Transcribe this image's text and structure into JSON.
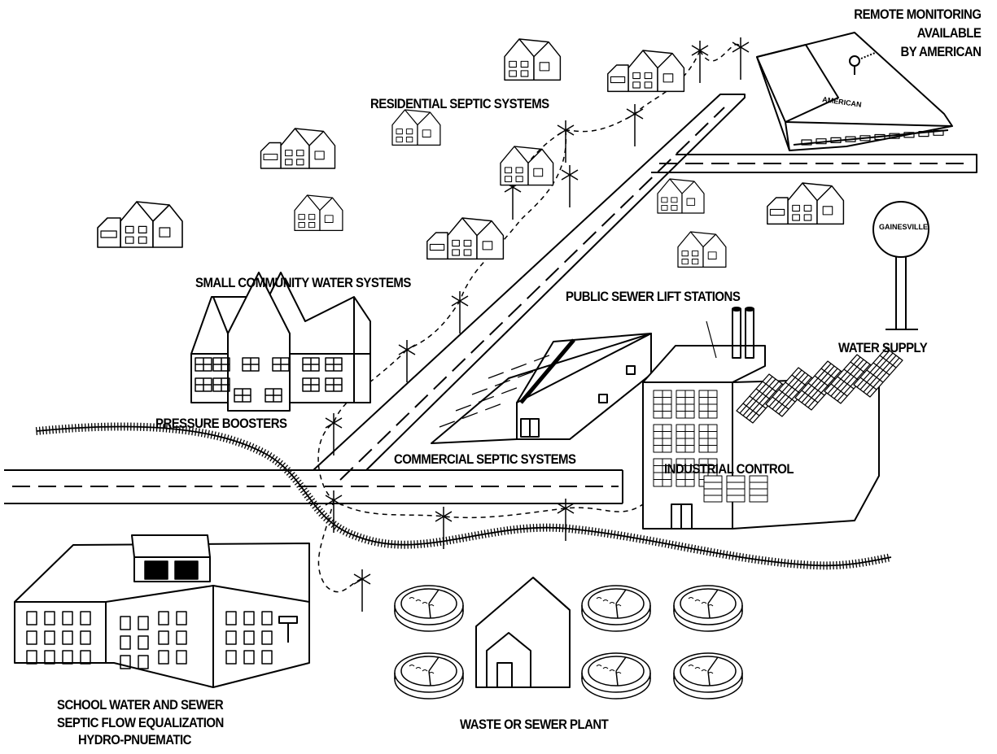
{
  "labels": {
    "remote_line1": "REMOTE MONITORING",
    "remote_line2": "AVAILABLE",
    "remote_line3": "BY AMERICAN",
    "residential": "RESIDENTIAL SEPTIC SYSTEMS",
    "small_community": "SMALL COMMUNITY WATER SYSTEMS",
    "public_sewer": "PUBLIC SEWER LIFT STATIONS",
    "water_supply": "WATER SUPPLY",
    "pressure_boosters": "PRESSURE BOOSTERS",
    "commercial": "COMMERCIAL SEPTIC SYSTEMS",
    "industrial": "INDUSTRIAL CONTROL",
    "school_line1": "SCHOOL WATER AND SEWER",
    "school_line2": "SEPTIC FLOW EQUALIZATION",
    "school_line3": "HYDRO-PNUEMATIC",
    "waste_plant": "WASTE OR SEWER PLANT"
  },
  "tower_text": "GAINESVILLE",
  "building_sign": "AMERICAN",
  "colors": {
    "ink": "#000000",
    "paper": "#ffffff"
  }
}
